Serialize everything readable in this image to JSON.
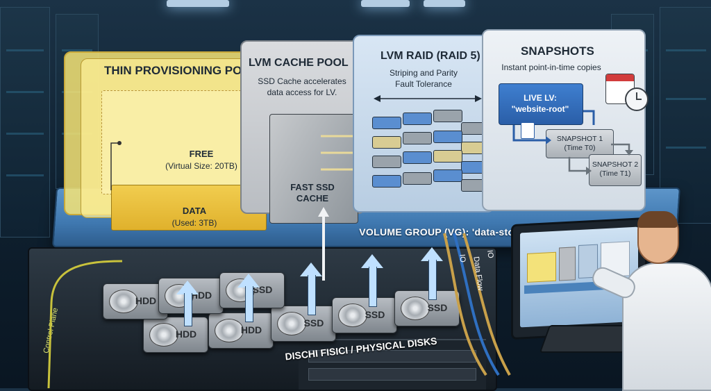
{
  "panels": {
    "thin": {
      "title": "THIN PROVISIONING POOL",
      "free_label": "FREE",
      "free_detail": "(Virtual Size: 20TB)",
      "data_label": "DATA",
      "data_detail": "(Used: 3TB)"
    },
    "cache": {
      "title": "LVM CACHE POOL",
      "desc_line1": "SSD Cache accelerates",
      "desc_line2": "data access for LV.",
      "ssd_line1": "FAST SSD",
      "ssd_line2": "CACHE"
    },
    "raid": {
      "title": "LVM RAID (RAID 5)",
      "desc_line1": "Striping and Parity",
      "desc_line2": "Fault Tolerance"
    },
    "snapshots": {
      "title": "SNAPSHOTS",
      "subtitle": "Instant point-in-time copies",
      "live_line1": "LIVE LV:",
      "live_line2": "\"website-root\"",
      "snap1_line1": "SNAPSHOT 1",
      "snap1_line2": "(Time T0)",
      "snap2_line1": "SNAPSHOT 2",
      "snap2_line2": "(Time T1)"
    }
  },
  "volume_group": "VOLUME GROUP (VG): 'data-storage'",
  "disks": {
    "label": "DISCHI FISICI / PHYSICAL DISKS",
    "items": [
      "HDD",
      "HDD",
      "HDD",
      "HDD",
      "SSD",
      "SSD",
      "SSD",
      "SSD"
    ]
  },
  "cables": {
    "io_1": "IO",
    "data_flow": "Data Flow",
    "io_2": "IO"
  },
  "control_plane": "Control Plane",
  "colors": {
    "thin_pool": "#f3e27a",
    "cache_pool": "#c9ccd0",
    "raid_pool": "#c9dcef",
    "snapshots": "#dfe6ee",
    "platform": "#4a82bb"
  }
}
